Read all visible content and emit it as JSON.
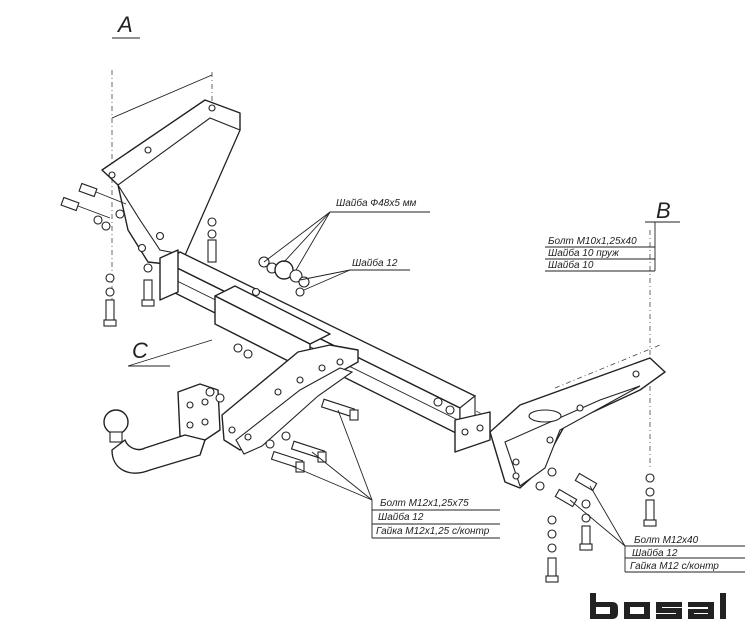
{
  "callouts": {
    "a": {
      "letter": "A"
    },
    "b": {
      "letter": "B",
      "lines": [
        "Болт  M10х1,25х40",
        "Шайба 10 пруж",
        "Шайба 10"
      ]
    },
    "c": {
      "letter": "C"
    },
    "washer48": {
      "text": "Шайба Ф48х5 мм"
    },
    "washer12": {
      "text": "Шайба 12"
    },
    "center_parts": {
      "lines": [
        "Болт  M12х1,25х75",
        "Шайба 12",
        "Гайка M12х1,25 с/контр"
      ]
    },
    "right_parts": {
      "lines": [
        "Болт  M12х40",
        "Шайба 12",
        "Гайка M12 с/контр"
      ]
    }
  },
  "brand": {
    "logo_text": "bosal"
  }
}
